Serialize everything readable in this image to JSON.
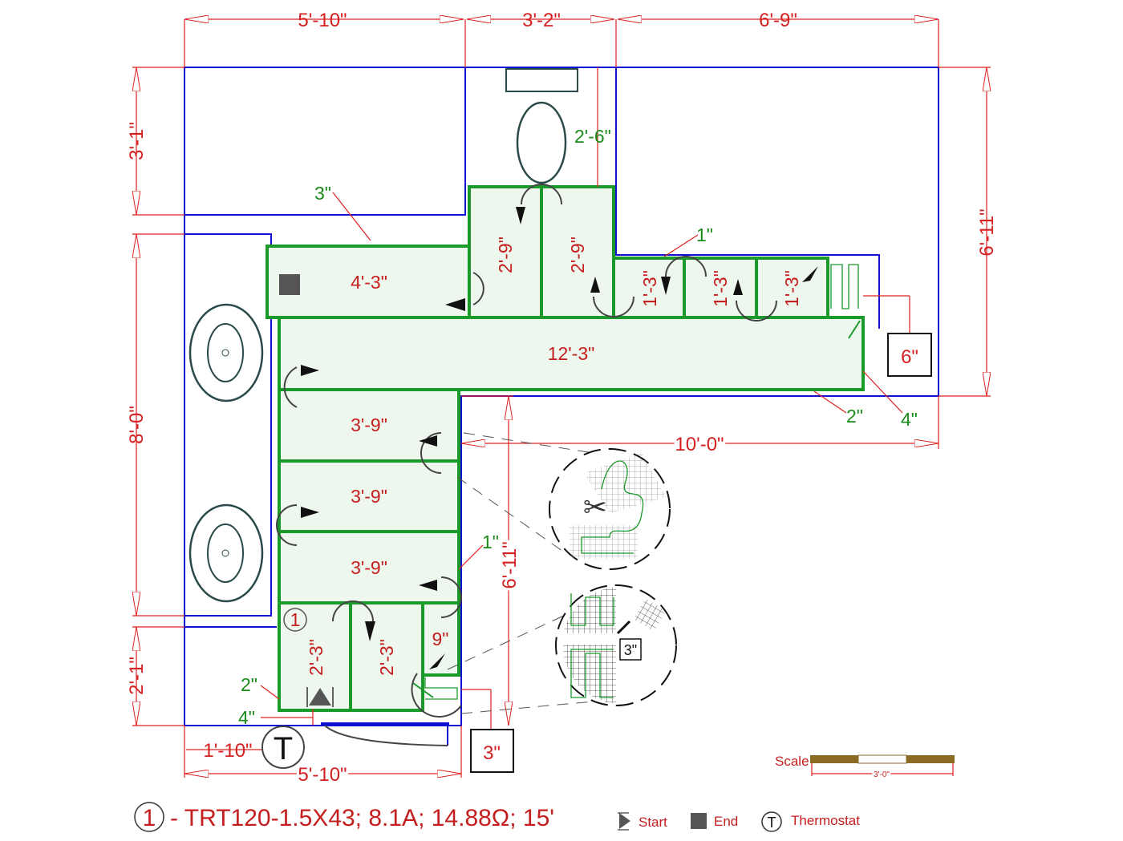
{
  "dimensions": {
    "top": [
      "5'-10\"",
      "3'-2\"",
      "6'-9\""
    ],
    "left": [
      "3'-1\"",
      "8'-0\"",
      "2'-1\""
    ],
    "right": "6'-11\"",
    "corridor_length": "10'-0\"",
    "corridor_height": "6'-11\"",
    "bottom_offset": "1'-10\"",
    "bottom": "5'-10\""
  },
  "spacing_boxes": [
    "6\"",
    "3\""
  ],
  "green_notes": {
    "top_left_gap": "3\"",
    "toilet_gap": "2'-6\"",
    "top_right_gap": "1\"",
    "right_gap_a": "2\"",
    "right_gap_b": "4\"",
    "corridor_gap": "1\"",
    "bottom_gap_a": "2\"",
    "bottom_gap_b": "4\""
  },
  "runs": {
    "vanity_top": "4'-3\"",
    "toilet": [
      "2'-9\"",
      "2'-9\""
    ],
    "right_small": [
      "1'-3\"",
      "1'-3\"",
      "1'-3\""
    ],
    "main": "12'-3\"",
    "left": [
      "3'-9\"",
      "3'-9\"",
      "3'-9\""
    ],
    "bottom": [
      "2'-3\"",
      "2'-3\""
    ],
    "corner": "9\""
  },
  "circuit_marker": "1",
  "thermostat_marker": "T",
  "legend": {
    "circuit_number": "1",
    "circuit_spec": "- TRT120-1.5X43; 8.1A; 14.88Ω; 15'",
    "start_label": "Start",
    "end_label": "End",
    "thermostat_symbol": "T",
    "thermostat_label": "Thermostat"
  },
  "scale": {
    "label": "Scale",
    "length": "3'-0\""
  },
  "colors": {
    "wall": "#1010d0",
    "heating": "#1a9a2a",
    "dimension": "#e02020",
    "scale_bar": "#8b6a24"
  }
}
